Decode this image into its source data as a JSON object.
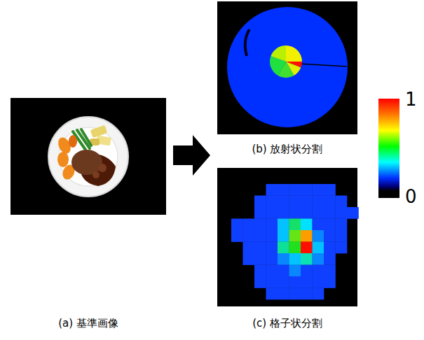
{
  "diagram": {
    "nodes": [
      {
        "text": [
          "(a) 基準画像"
        ]
      },
      {
        "text": [
          "(b) 放射状分割"
        ]
      },
      {
        "text": [
          "(c) 格子状分割"
        ]
      }
    ],
    "labels": [
      "1",
      "0"
    ]
  }
}
